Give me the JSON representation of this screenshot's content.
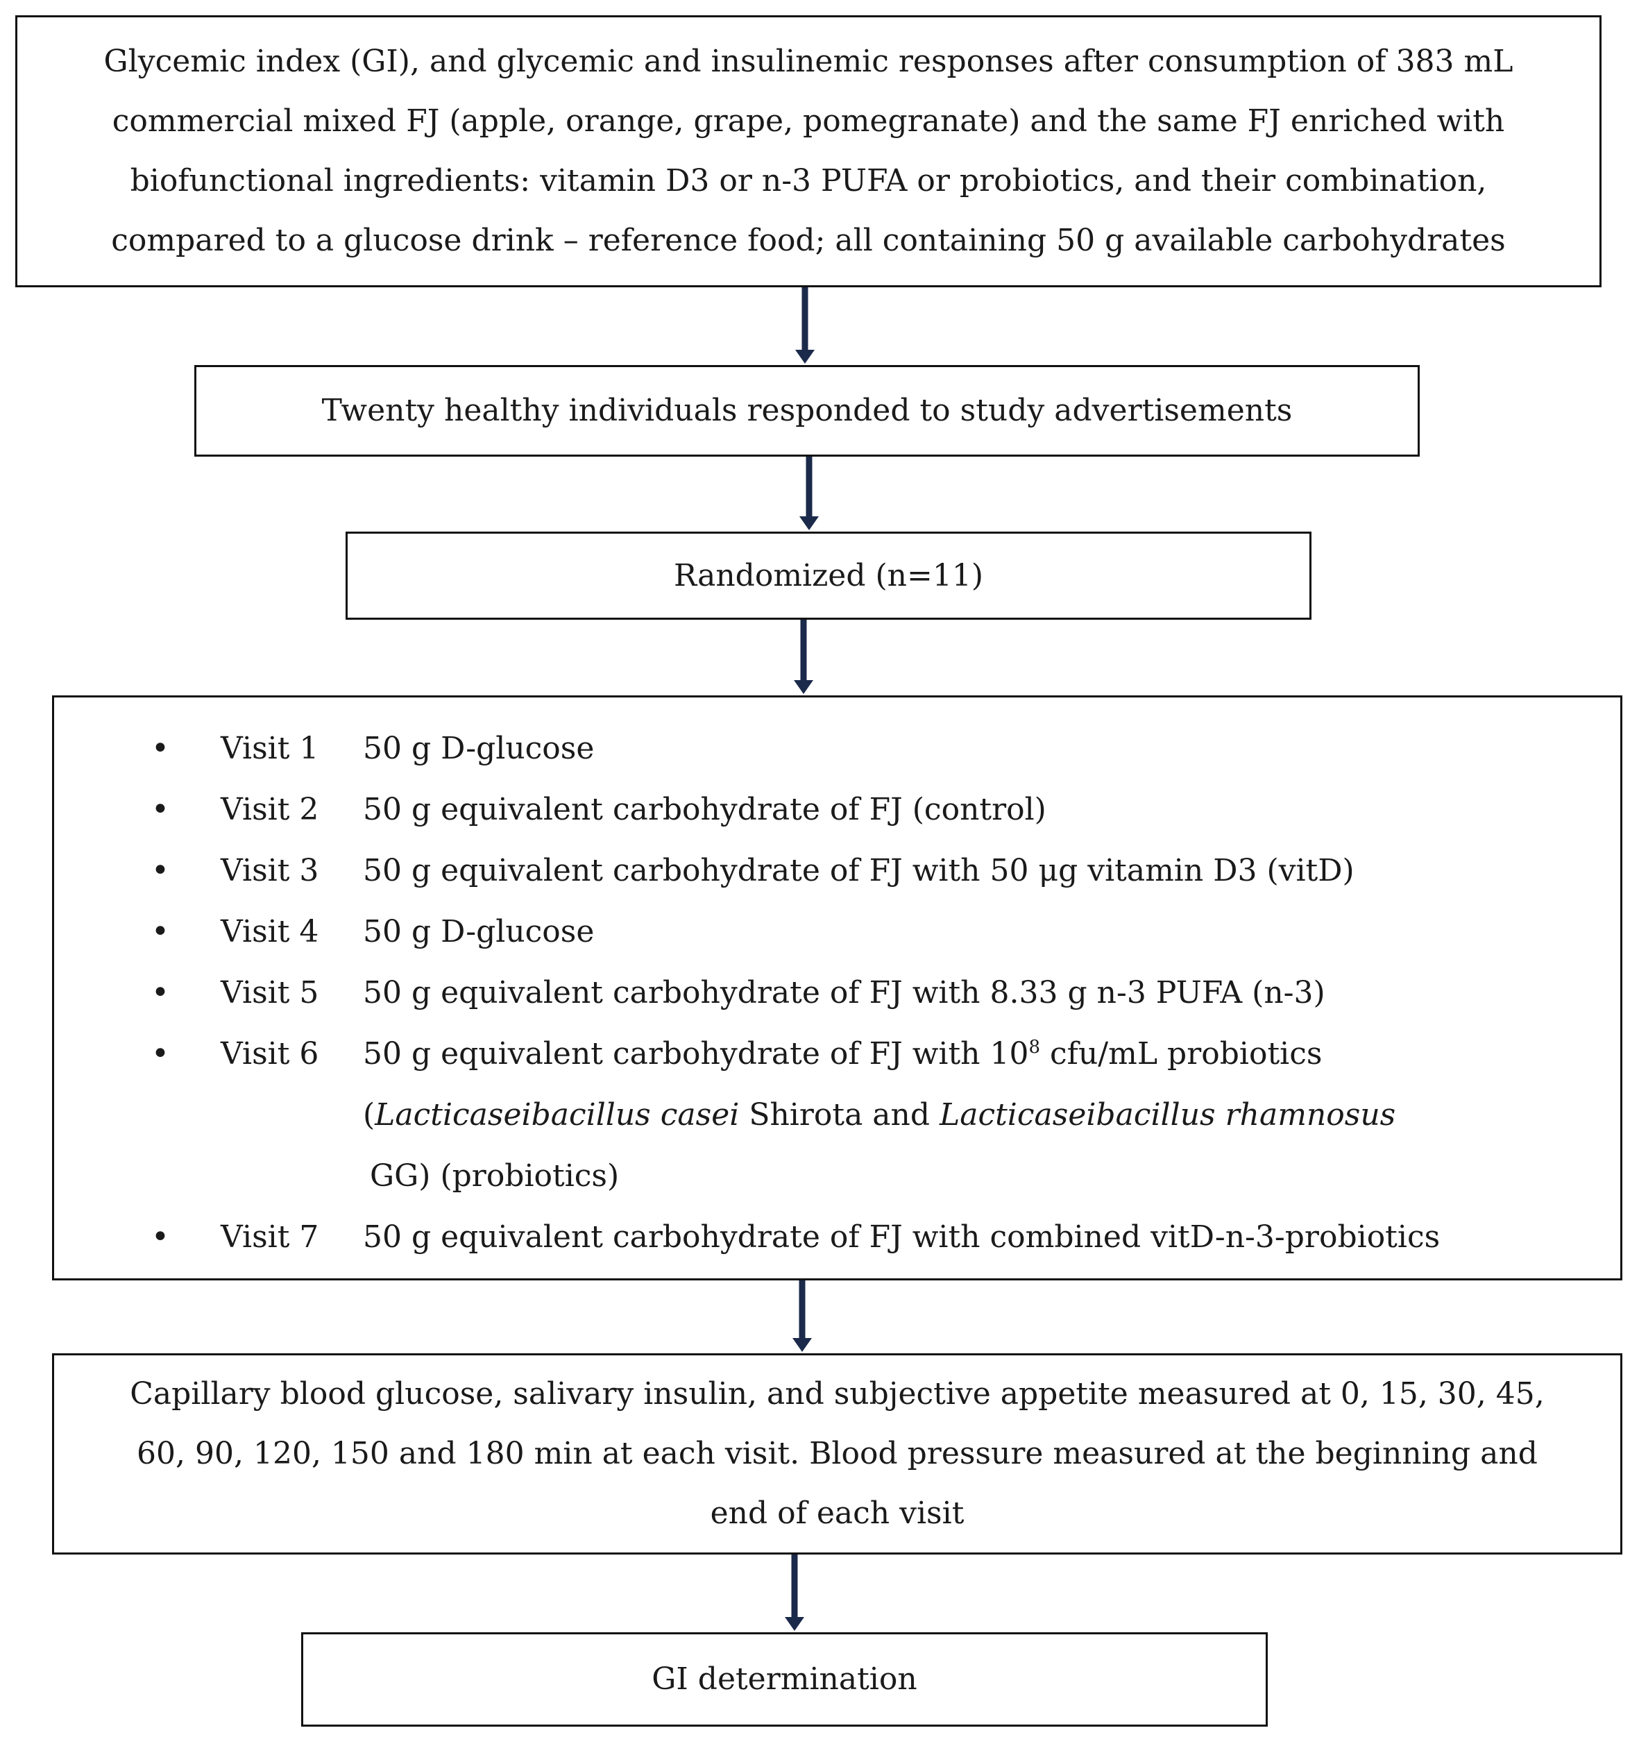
{
  "box1": {
    "lines": [
      "Glycemic index (GI), and glycemic and insulinemic responses after consumption of 383 mL",
      "commercial mixed FJ (apple, orange, grape, pomegranate) and the same FJ enriched with",
      "biofunctional ingredients: vitamin D3 or n-3 PUFA or probiotics, and their combination,",
      "compared to a glucose drink – reference food; all containing 50 g available carbohydrates"
    ]
  },
  "box2": {
    "text": "Twenty healthy individuals responded to study advertisements"
  },
  "box3": {
    "text": "Randomized (n=11)"
  },
  "visits": {
    "bullet": "•",
    "items": [
      {
        "label": "Visit 1",
        "desc": "50 g D-glucose"
      },
      {
        "label": "Visit 2",
        "desc": "50 g equivalent carbohydrate of FJ (control)"
      },
      {
        "label": "Visit 3",
        "desc": "50 g equivalent carbohydrate of FJ with 50 μg vitamin D3 (vitD)"
      },
      {
        "label": "Visit 4",
        "desc": "50 g D-glucose"
      },
      {
        "label": "Visit 5",
        "desc": "50 g equivalent carbohydrate of FJ with 8.33 g n-3 PUFA (n-3)"
      },
      {
        "label": "Visit 6",
        "desc_pre": "50 g equivalent carbohydrate of FJ with 10",
        "desc_sup": "8",
        "desc_post": " cfu/mL probiotics"
      },
      {
        "label": "Visit 7",
        "desc": "50 g equivalent carbohydrate of FJ with combined vitD-n-3-probiotics"
      }
    ],
    "visit6_cont": {
      "open": "(",
      "species1": "Lacticaseibacillus casei",
      "mid": " Shirota and ",
      "species2": "Lacticaseibacillus rhamnosus",
      "line3": "GG) (probiotics)"
    }
  },
  "box5": {
    "lines": [
      "Capillary blood glucose, salivary insulin, and subjective appetite measured at 0, 15, 30, 45,",
      "60, 90, 120, 150 and 180 min at each visit. Blood pressure measured at the beginning and",
      "end of each visit"
    ]
  },
  "box6": {
    "text": "GI determination"
  },
  "colors": {
    "border": "#111111",
    "arrow": "#1b2a4a",
    "text": "#1a1a1a"
  }
}
